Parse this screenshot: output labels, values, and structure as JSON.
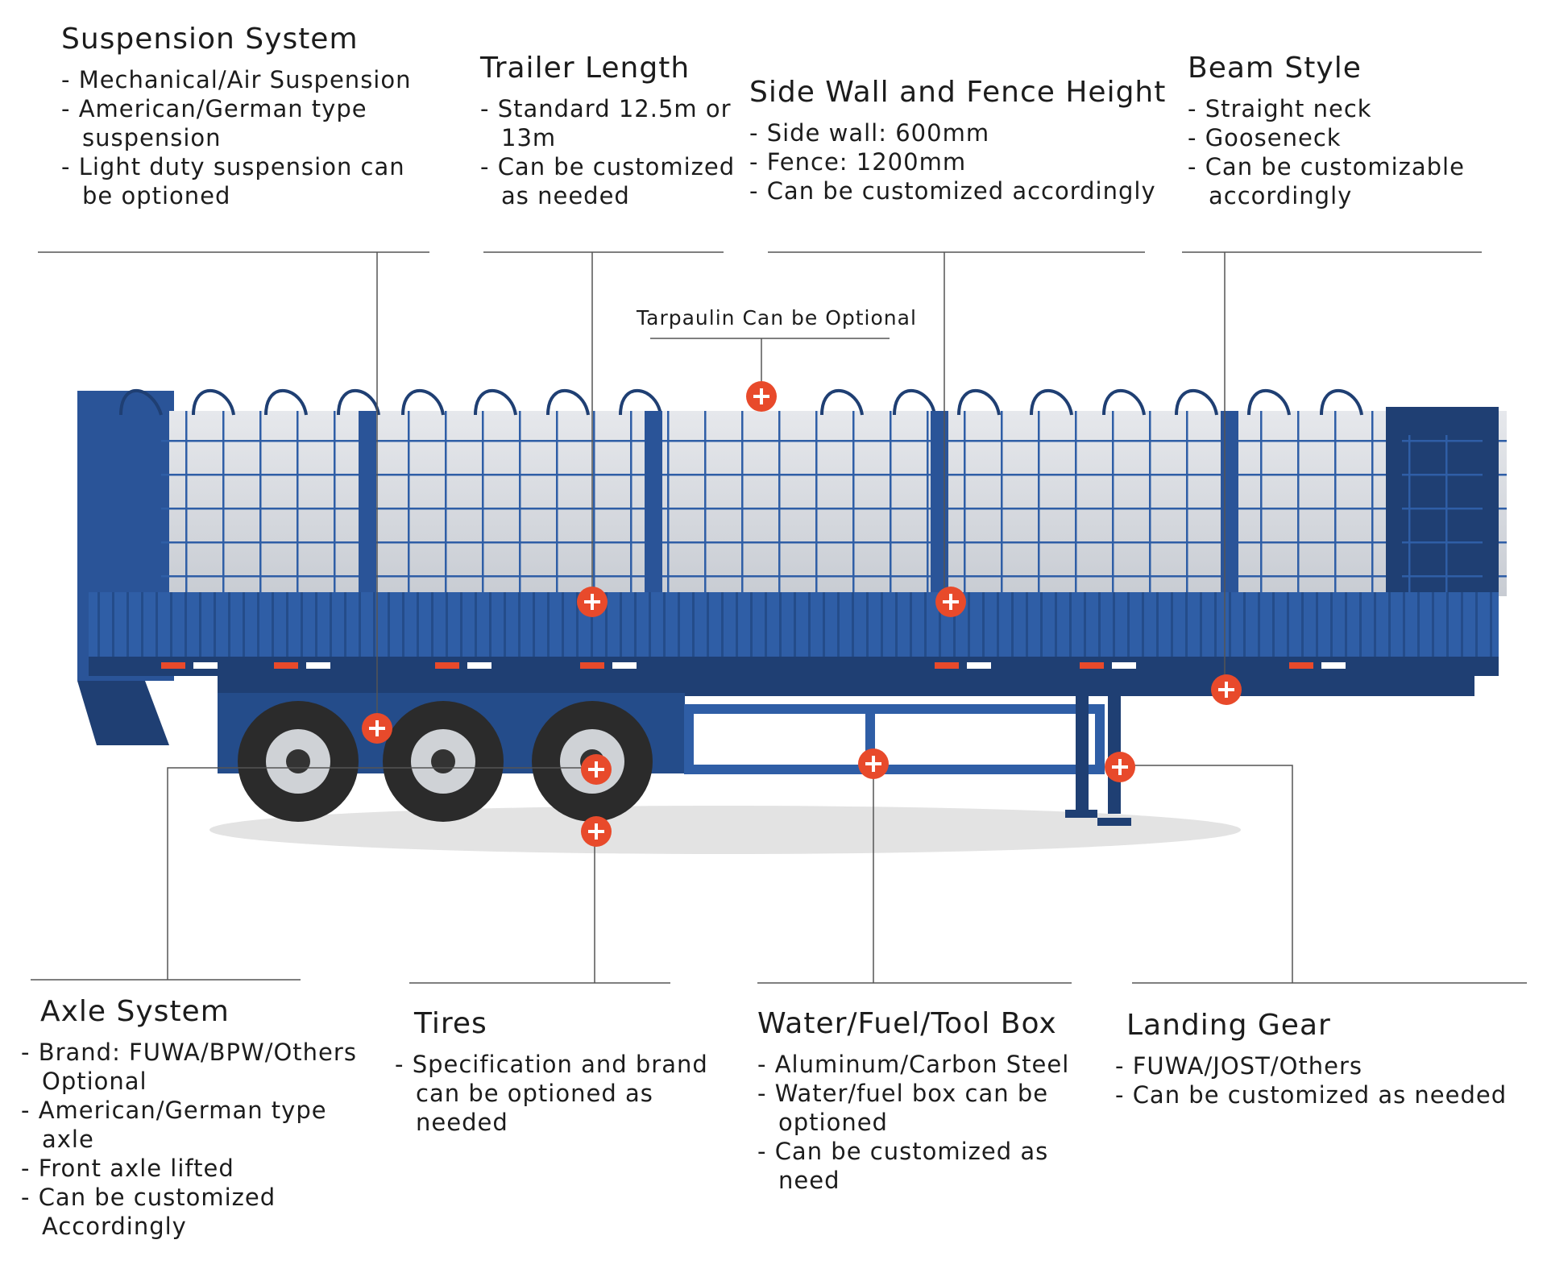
{
  "tarpaulin_label": "Tarpaulin Can be Optional",
  "colors": {
    "trailer_blue": "#2f5ea6",
    "trailer_dark": "#1f3f73",
    "marker_red": "#e84a2b",
    "line": "#555555"
  },
  "callouts": {
    "suspension": {
      "title": "Suspension System",
      "items": [
        "Mechanical/Air Suspension",
        "American/German type suspension",
        "Light duty suspension can be optioned"
      ]
    },
    "length": {
      "title": "Trailer Length",
      "items": [
        "Standard 12.5m or 13m",
        "Can be customized as needed"
      ]
    },
    "sidewall": {
      "title": "Side Wall and Fence Height",
      "items": [
        "Side wall: 600mm",
        "Fence: 1200mm",
        "Can be customized accordingly"
      ]
    },
    "beam": {
      "title": "Beam Style",
      "items": [
        "Straight neck",
        "Gooseneck",
        "Can be customizable accordingly"
      ]
    },
    "axle": {
      "title": "Axle System",
      "items": [
        "Brand: FUWA/BPW/Others Optional",
        "American/German type axle",
        "Front axle lifted",
        "Can be customized Accordingly"
      ]
    },
    "tires": {
      "title": "Tires",
      "items": [
        "Specification and brand can be optioned as needed"
      ]
    },
    "toolbox": {
      "title": "Water/Fuel/Tool Box",
      "items": [
        "Aluminum/Carbon Steel",
        "Water/fuel box can be optioned",
        "Can be customized as need"
      ]
    },
    "landing": {
      "title": "Landing Gear",
      "items": [
        "FUWA/JOST/Others",
        "Can be customized as needed"
      ]
    }
  }
}
